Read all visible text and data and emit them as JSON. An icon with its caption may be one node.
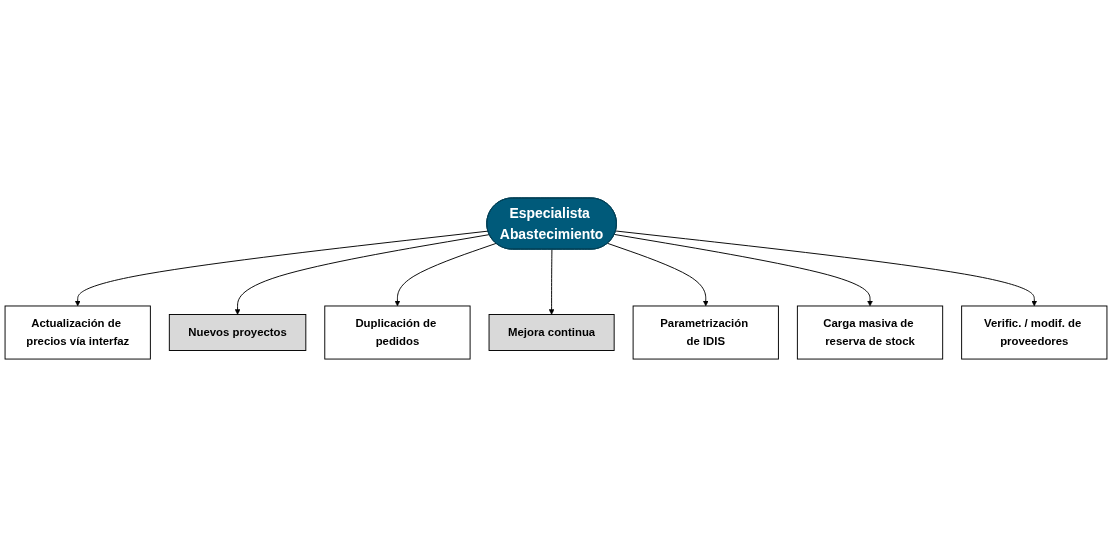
{
  "diagram": {
    "nodes": [
      {
        "text": [
          "Actualización de precios vía interfaz"
        ]
      },
      {
        "text": [
          "Nuevos proyectos"
        ]
      },
      {
        "text": [
          "Duplicación de pedidos"
        ]
      },
      {
        "text": [
          "Mejora continua"
        ]
      },
      {
        "text": [
          "Especialista Abastecimiento"
        ]
      },
      {
        "text": [
          "Parametrización de IDIS"
        ]
      },
      {
        "text": [
          "Carga masiva de reserva de stock"
        ]
      },
      {
        "text": [
          "Verific. / modif. de proveedores"
        ]
      }
    ],
    "edges": [
      {
        "from": 4,
        "to": 0,
        "arrow": "to"
      },
      {
        "from": 4,
        "to": 1,
        "arrow": "to"
      },
      {
        "from": 4,
        "to": 2,
        "arrow": "to"
      },
      {
        "from": 4,
        "to": 3,
        "arrow": "to"
      },
      {
        "from": 4,
        "to": 5,
        "arrow": "to"
      },
      {
        "from": 4,
        "to": 6,
        "arrow": "to"
      },
      {
        "from": 4,
        "to": 7,
        "arrow": "to"
      }
    ]
  }
}
